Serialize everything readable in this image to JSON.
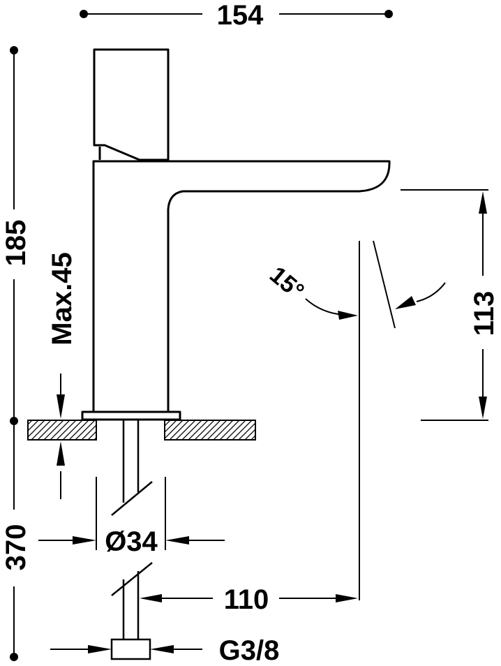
{
  "dimensions": {
    "overall_width": "154",
    "overall_height": "185",
    "spout_height": "113",
    "max_deck_thickness": "Max.45",
    "spout_angle": "15°",
    "hole_diameter": "Ø34",
    "spout_reach": "110",
    "hose_length": "370",
    "connection_thread": "G3/8"
  },
  "colors": {
    "line": "#000000",
    "background": "#ffffff"
  }
}
